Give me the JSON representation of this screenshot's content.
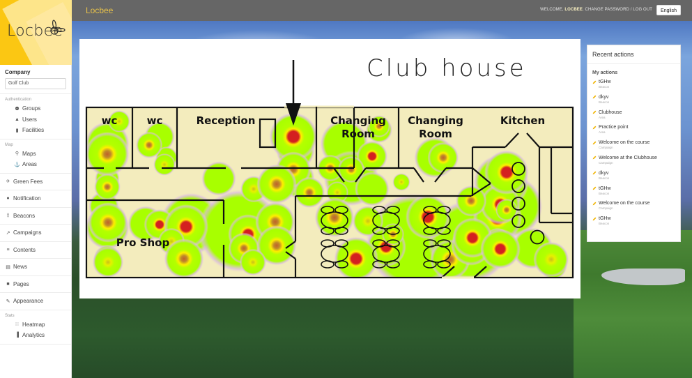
{
  "app": {
    "brand": "Locbee",
    "logo_text": "Locbee"
  },
  "header": {
    "welcome_prefix": "WELCOME,",
    "username": "LOCBEE",
    "change_password": "CHANGE PASSWORD",
    "separator": "/",
    "logout": "LOG OUT",
    "language": "English"
  },
  "sidebar": {
    "company_label": "Company",
    "company_value": "Golf Club",
    "sections": [
      {
        "title": "Authentication",
        "items": [
          {
            "label": "Groups",
            "icon": "groups-icon",
            "glyph": "⚉"
          },
          {
            "label": "Users",
            "icon": "user-icon",
            "glyph": "▲"
          },
          {
            "label": "Facilities",
            "icon": "building-icon",
            "glyph": "▮"
          }
        ]
      },
      {
        "title": "Map",
        "items": [
          {
            "label": "Maps",
            "icon": "map-marker-icon",
            "glyph": "⚲"
          },
          {
            "label": "Areas",
            "icon": "pin-icon",
            "glyph": "⚓"
          }
        ]
      }
    ],
    "nav": [
      {
        "label": "Green Fees",
        "icon": "plane-icon",
        "glyph": "✈"
      },
      {
        "label": "Notification",
        "icon": "globe-icon",
        "glyph": "●"
      },
      {
        "label": "Beacons",
        "icon": "bluetooth-icon",
        "glyph": "‡"
      },
      {
        "label": "Campaigns",
        "icon": "line-chart-icon",
        "glyph": "↗"
      },
      {
        "label": "Contents",
        "icon": "list-icon",
        "glyph": "≡"
      },
      {
        "label": "News",
        "icon": "newspaper-icon",
        "glyph": "▤"
      },
      {
        "label": "Pages",
        "icon": "file-icon",
        "glyph": "■"
      },
      {
        "label": "Appearance",
        "icon": "brush-icon",
        "glyph": "✎"
      }
    ],
    "stats": {
      "title": "Stats",
      "items": [
        {
          "label": "Heatmap",
          "icon": "heatmap-icon",
          "glyph": "∷"
        },
        {
          "label": "Analytics",
          "icon": "bar-chart-icon",
          "glyph": "▐"
        }
      ]
    }
  },
  "map": {
    "title": "Club house",
    "rooms": [
      "wc",
      "wc",
      "Reception",
      "Changing Room",
      "Changing Room",
      "Kitchen",
      "Pro Shop"
    ],
    "heat_colors": {
      "low": "#a8ff00",
      "mid": "#ffee00",
      "high": "#d42020",
      "halo": "#d7b8e0",
      "floor": "#f3ecbd",
      "wall": "#111111"
    }
  },
  "recent": {
    "title": "Recent actions",
    "subtitle": "My actions",
    "accent": "#f0b400",
    "items": [
      {
        "name": "tGHw",
        "type": "Beacon"
      },
      {
        "name": "dkyv",
        "type": "Beacon"
      },
      {
        "name": "Clubhouse",
        "type": "Area"
      },
      {
        "name": "Practice point",
        "type": "Area"
      },
      {
        "name": "Welcome on the course",
        "type": "Campaign"
      },
      {
        "name": "Welcome at the Clubhouse",
        "type": "Campaign"
      },
      {
        "name": "dkyv",
        "type": "Beacon"
      },
      {
        "name": "tGHw",
        "type": "Beacon"
      },
      {
        "name": "Welcome on the course",
        "type": "Campaign"
      },
      {
        "name": "tGHw",
        "type": "Beacon"
      }
    ]
  }
}
